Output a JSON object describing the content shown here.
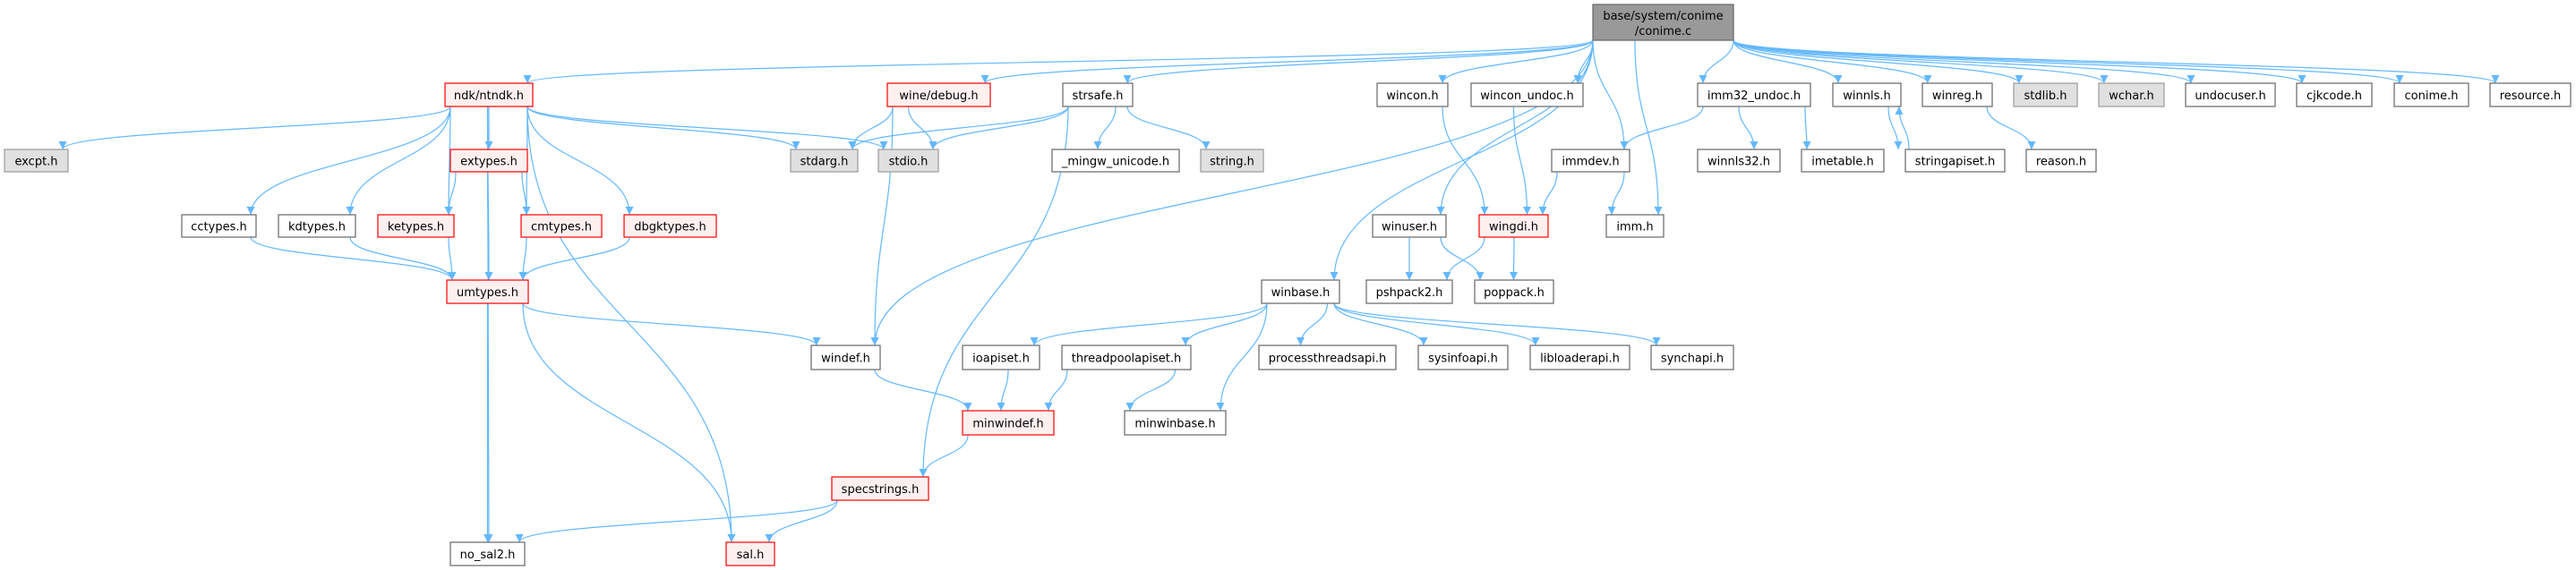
{
  "title": "base/system/conime/conime.c include dependency graph",
  "colors": {
    "edge": "#63b8ff",
    "root_fill": "#999999",
    "root_border": "#666666",
    "red_fill": "#fff0f0",
    "red_border": "#ff0000",
    "gray_fill": "#e0e0e0",
    "gray_border": "#999999",
    "plain_fill": "#ffffff",
    "plain_border": "#666666"
  },
  "nodes": {
    "root": {
      "label": "base/system/conime",
      "label2": "/conime.c",
      "style": "root"
    },
    "ntndk": {
      "label": "ndk/ntndk.h",
      "style": "red"
    },
    "winedebug": {
      "label": "wine/debug.h",
      "style": "red"
    },
    "strsafe": {
      "label": "strsafe.h",
      "style": "plain"
    },
    "wincon": {
      "label": "wincon.h",
      "style": "plain"
    },
    "wincon_undoc": {
      "label": "wincon_undoc.h",
      "style": "plain"
    },
    "imm32_undoc": {
      "label": "imm32_undoc.h",
      "style": "plain"
    },
    "winnls": {
      "label": "winnls.h",
      "style": "plain"
    },
    "winreg": {
      "label": "winreg.h",
      "style": "plain"
    },
    "stdlib": {
      "label": "stdlib.h",
      "style": "gray"
    },
    "wchar": {
      "label": "wchar.h",
      "style": "gray"
    },
    "undocuser": {
      "label": "undocuser.h",
      "style": "plain"
    },
    "cjkcode": {
      "label": "cjkcode.h",
      "style": "plain"
    },
    "conime": {
      "label": "conime.h",
      "style": "plain"
    },
    "resource": {
      "label": "resource.h",
      "style": "plain"
    },
    "excpt": {
      "label": "excpt.h",
      "style": "gray"
    },
    "extypes": {
      "label": "extypes.h",
      "style": "red"
    },
    "stdarg": {
      "label": "stdarg.h",
      "style": "gray"
    },
    "stdio": {
      "label": "stdio.h",
      "style": "gray"
    },
    "mingw_unicode": {
      "label": "_mingw_unicode.h",
      "style": "plain"
    },
    "string": {
      "label": "string.h",
      "style": "gray"
    },
    "immdev": {
      "label": "immdev.h",
      "style": "plain"
    },
    "winnls32": {
      "label": "winnls32.h",
      "style": "plain"
    },
    "imetable": {
      "label": "imetable.h",
      "style": "plain"
    },
    "stringapiset": {
      "label": "stringapiset.h",
      "style": "plain"
    },
    "reason": {
      "label": "reason.h",
      "style": "plain"
    },
    "cctypes": {
      "label": "cctypes.h",
      "style": "plain"
    },
    "kdtypes": {
      "label": "kdtypes.h",
      "style": "plain"
    },
    "ketypes": {
      "label": "ketypes.h",
      "style": "red"
    },
    "cmtypes": {
      "label": "cmtypes.h",
      "style": "red"
    },
    "dbgktypes": {
      "label": "dbgktypes.h",
      "style": "red"
    },
    "winuser": {
      "label": "winuser.h",
      "style": "plain"
    },
    "wingdi": {
      "label": "wingdi.h",
      "style": "red"
    },
    "imm": {
      "label": "imm.h",
      "style": "plain"
    },
    "umtypes": {
      "label": "umtypes.h",
      "style": "red"
    },
    "winbase": {
      "label": "winbase.h",
      "style": "plain"
    },
    "pshpack2": {
      "label": "pshpack2.h",
      "style": "plain"
    },
    "poppack": {
      "label": "poppack.h",
      "style": "plain"
    },
    "windef": {
      "label": "windef.h",
      "style": "plain"
    },
    "ioapiset": {
      "label": "ioapiset.h",
      "style": "plain"
    },
    "threadpoolapiset": {
      "label": "threadpoolapiset.h",
      "style": "plain"
    },
    "processthreadsapi": {
      "label": "processthreadsapi.h",
      "style": "plain"
    },
    "sysinfoapi": {
      "label": "sysinfoapi.h",
      "style": "plain"
    },
    "libloaderapi": {
      "label": "libloaderapi.h",
      "style": "plain"
    },
    "synchapi": {
      "label": "synchapi.h",
      "style": "plain"
    },
    "minwindef": {
      "label": "minwindef.h",
      "style": "red"
    },
    "minwinbase": {
      "label": "minwinbase.h",
      "style": "plain"
    },
    "specstrings": {
      "label": "specstrings.h",
      "style": "red"
    },
    "no_sal2": {
      "label": "no_sal2.h",
      "style": "plain"
    },
    "sal": {
      "label": "sal.h",
      "style": "red"
    }
  },
  "edges": [
    [
      "root",
      "ntndk"
    ],
    [
      "root",
      "winedebug"
    ],
    [
      "root",
      "strsafe"
    ],
    [
      "root",
      "windef"
    ],
    [
      "root",
      "winbase"
    ],
    [
      "root",
      "winuser"
    ],
    [
      "root",
      "wincon"
    ],
    [
      "root",
      "wincon_undoc"
    ],
    [
      "root",
      "immdev"
    ],
    [
      "root",
      "imm"
    ],
    [
      "root",
      "imm32_undoc"
    ],
    [
      "root",
      "winnls"
    ],
    [
      "root",
      "winreg"
    ],
    [
      "root",
      "stdlib"
    ],
    [
      "root",
      "wchar"
    ],
    [
      "root",
      "undocuser"
    ],
    [
      "root",
      "cjkcode"
    ],
    [
      "root",
      "conime"
    ],
    [
      "root",
      "resource"
    ],
    [
      "ntndk",
      "excpt"
    ],
    [
      "ntndk",
      "extypes"
    ],
    [
      "ntndk",
      "stdarg"
    ],
    [
      "ntndk",
      "stdio"
    ],
    [
      "ntndk",
      "cctypes"
    ],
    [
      "ntndk",
      "kdtypes"
    ],
    [
      "ntndk",
      "ketypes"
    ],
    [
      "ntndk",
      "cmtypes"
    ],
    [
      "ntndk",
      "dbgktypes"
    ],
    [
      "ntndk",
      "umtypes"
    ],
    [
      "ntndk",
      "sal"
    ],
    [
      "ntndk",
      "no_sal2"
    ],
    [
      "extypes",
      "ketypes"
    ],
    [
      "extypes",
      "umtypes"
    ],
    [
      "extypes",
      "cmtypes"
    ],
    [
      "cctypes",
      "umtypes"
    ],
    [
      "kdtypes",
      "umtypes"
    ],
    [
      "ketypes",
      "umtypes"
    ],
    [
      "cmtypes",
      "umtypes"
    ],
    [
      "dbgktypes",
      "umtypes"
    ],
    [
      "umtypes",
      "windef"
    ],
    [
      "umtypes",
      "no_sal2"
    ],
    [
      "umtypes",
      "sal"
    ],
    [
      "winedebug",
      "stdarg"
    ],
    [
      "winedebug",
      "stdio"
    ],
    [
      "winedebug",
      "windef"
    ],
    [
      "strsafe",
      "stdarg"
    ],
    [
      "strsafe",
      "stdio"
    ],
    [
      "strsafe",
      "mingw_unicode"
    ],
    [
      "strsafe",
      "string"
    ],
    [
      "strsafe",
      "specstrings"
    ],
    [
      "windef",
      "minwindef"
    ],
    [
      "minwindef",
      "specstrings"
    ],
    [
      "specstrings",
      "no_sal2"
    ],
    [
      "specstrings",
      "sal"
    ],
    [
      "wincon",
      "wingdi"
    ],
    [
      "wincon_undoc",
      "wingdi"
    ],
    [
      "immdev",
      "wingdi"
    ],
    [
      "immdev",
      "imm"
    ],
    [
      "imm32_undoc",
      "immdev"
    ],
    [
      "imm32_undoc",
      "winnls32"
    ],
    [
      "imm32_undoc",
      "imetable"
    ],
    [
      "winuser",
      "pshpack2"
    ],
    [
      "winuser",
      "poppack"
    ],
    [
      "wingdi",
      "pshpack2"
    ],
    [
      "wingdi",
      "poppack"
    ],
    [
      "winbase",
      "ioapiset"
    ],
    [
      "winbase",
      "threadpoolapiset"
    ],
    [
      "winbase",
      "processthreadsapi"
    ],
    [
      "winbase",
      "sysinfoapi"
    ],
    [
      "winbase",
      "libloaderapi"
    ],
    [
      "winbase",
      "synchapi"
    ],
    [
      "winbase",
      "minwinbase"
    ],
    [
      "ioapiset",
      "minwindef"
    ],
    [
      "threadpoolapiset",
      "minwindef"
    ],
    [
      "threadpoolapiset",
      "minwinbase"
    ],
    [
      "winnls",
      "stringapiset"
    ],
    [
      "stringapiset",
      "winnls"
    ],
    [
      "winreg",
      "reason"
    ]
  ]
}
